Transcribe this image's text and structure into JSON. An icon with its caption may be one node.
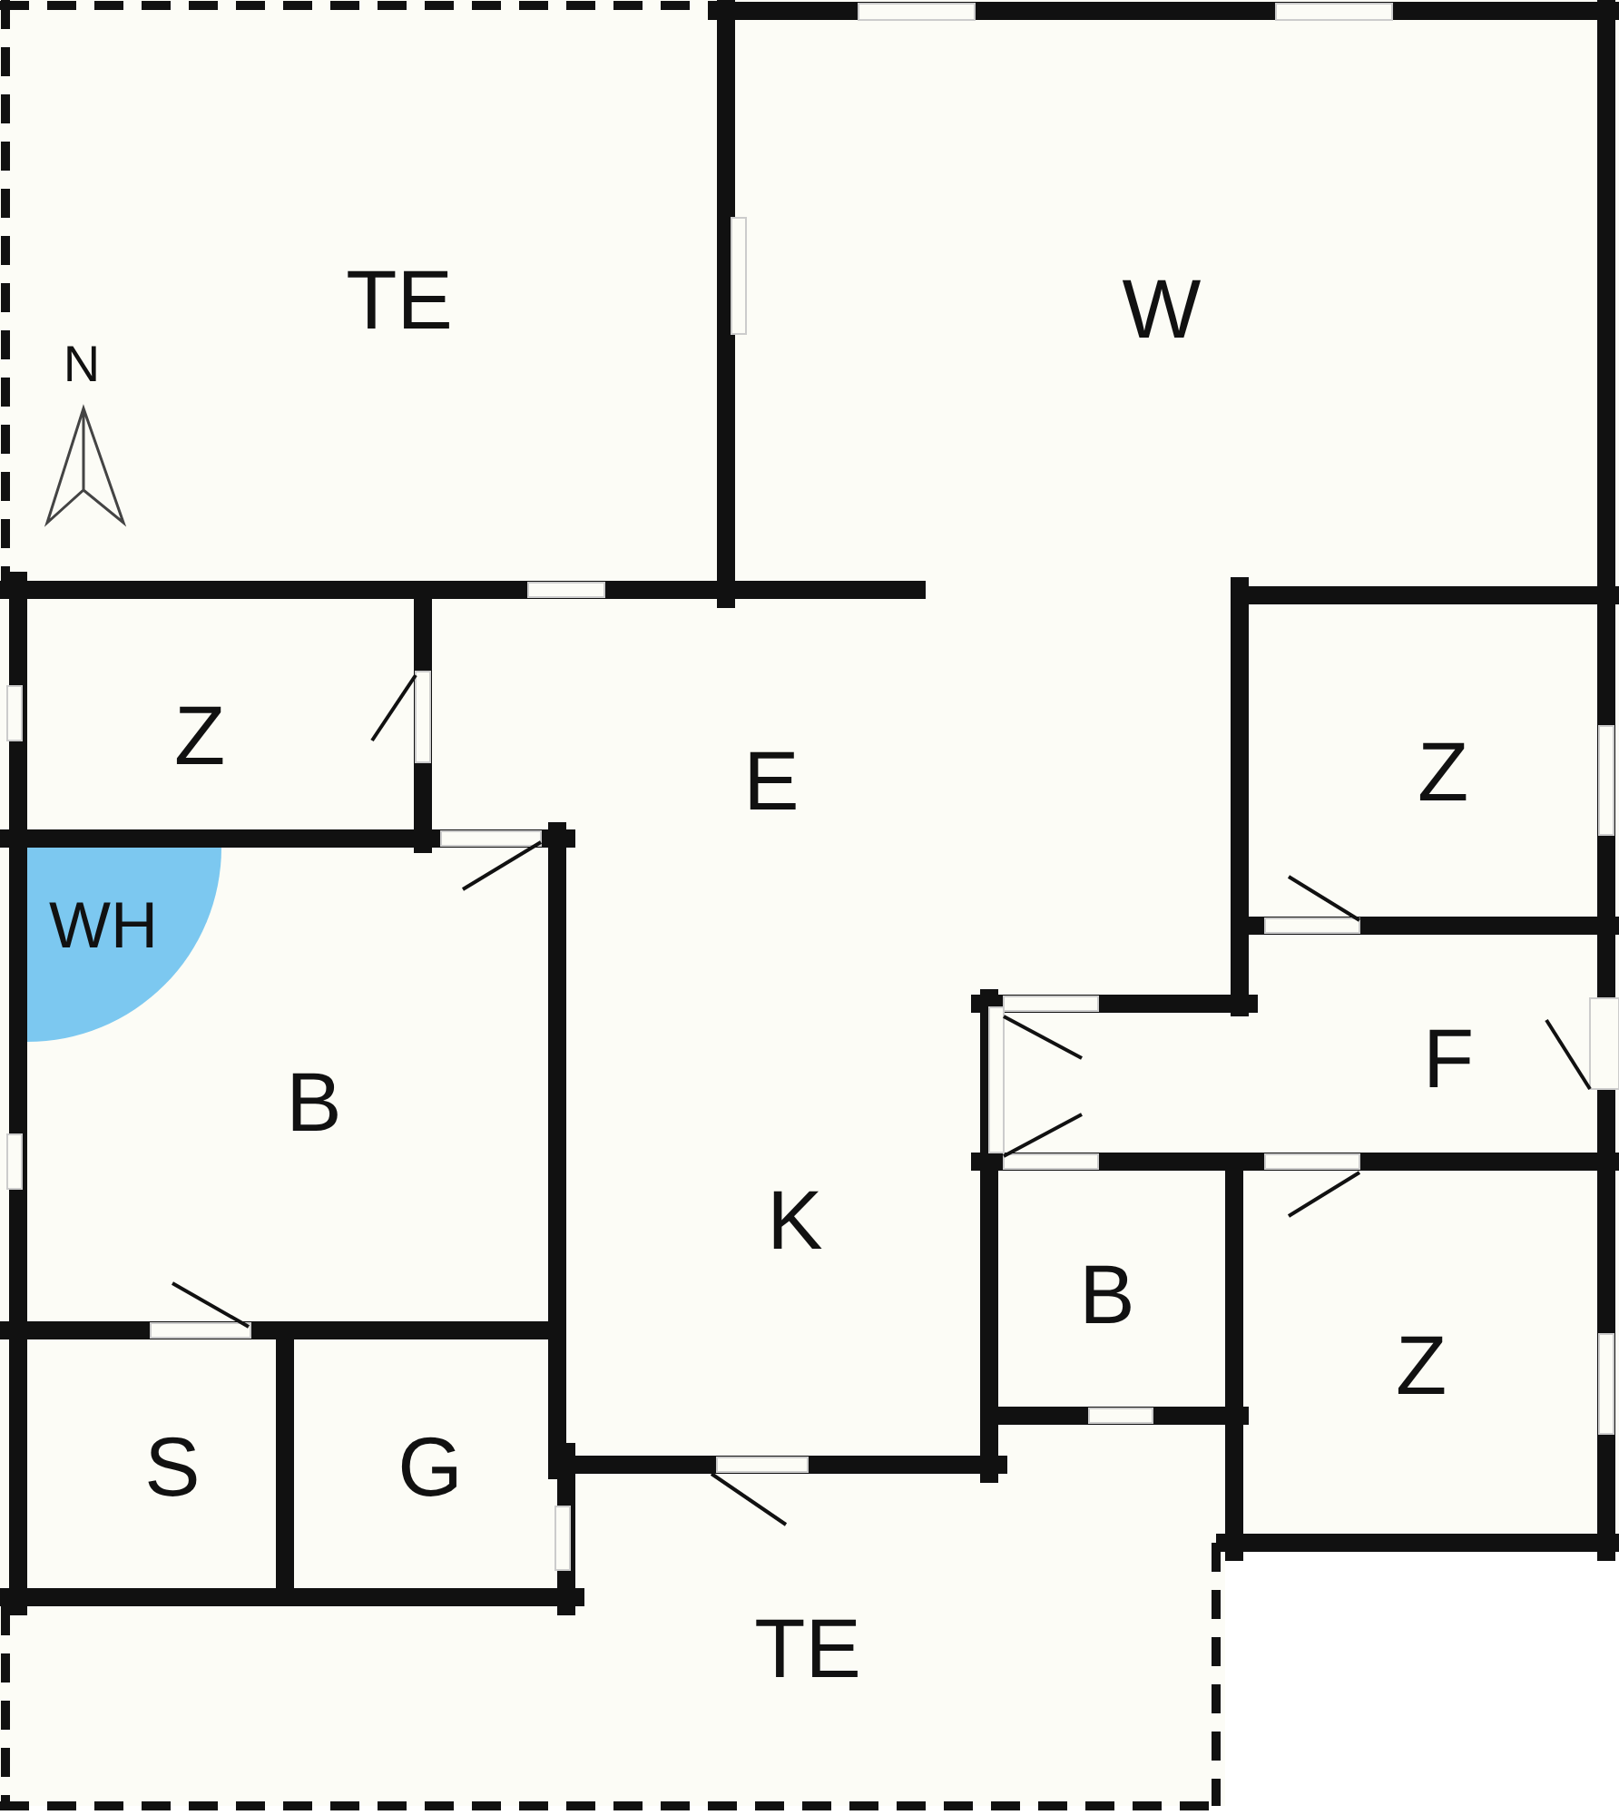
{
  "diagram": {
    "labels": [
      "TE",
      "W",
      "N",
      "Z",
      "E",
      "Z",
      "WH",
      "F",
      "B",
      "K",
      "B",
      "Z",
      "S",
      "G",
      "TE"
    ]
  }
}
